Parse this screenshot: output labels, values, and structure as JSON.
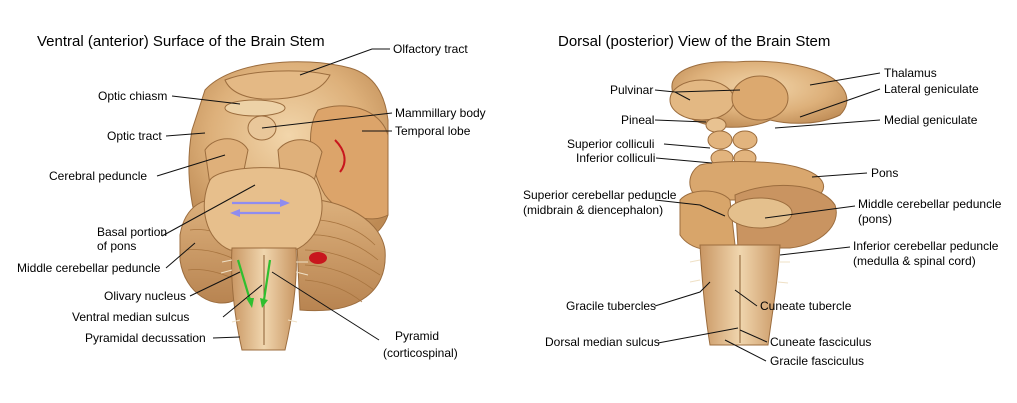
{
  "ventral": {
    "title": "Ventral (anterior) Surface of the Brain Stem",
    "labels": {
      "olfactory_tract": "Olfactory tract",
      "optic_chiasm": "Optic chiasm",
      "mammillary_body": "Mammillary body",
      "optic_tract": "Optic tract",
      "temporal_lobe": "Temporal lobe",
      "cerebral_peduncle": "Cerebral peduncle",
      "basal_pons_1": "Basal portion",
      "basal_pons_2": "of pons",
      "middle_cerebellar_peduncle": "Middle cerebellar peduncle",
      "olivary_nucleus": "Olivary nucleus",
      "ventral_median_sulcus": "Ventral median sulcus",
      "pyramidal_decussation": "Pyramidal decussation",
      "pyramid_1": "Pyramid",
      "pyramid_2": "(corticospinal)"
    }
  },
  "dorsal": {
    "title": "Dorsal (posterior) View of the Brain Stem",
    "labels": {
      "thalamus": "Thalamus",
      "pulvinar": "Pulvinar",
      "lateral_geniculate": "Lateral geniculate",
      "pineal": "Pineal",
      "medial_geniculate": "Medial geniculate",
      "superior_colliculi": "Superior colliculi",
      "inferior_colliculi": "Inferior colliculi",
      "pons": "Pons",
      "superior_cerebellar_peduncle_1": "Superior cerebellar peduncle",
      "superior_cerebellar_peduncle_2": "(midbrain & diencephalon)",
      "middle_cerebellar_peduncle_1": "Middle cerebellar peduncle",
      "middle_cerebellar_peduncle_2": "(pons)",
      "inferior_cerebellar_peduncle_1": "Inferior cerebellar peduncle",
      "inferior_cerebellar_peduncle_2": "(medulla & spinal cord)",
      "gracile_tubercles": "Gracile tubercles",
      "cuneate_tubercle": "Cuneate tubercle",
      "dorsal_median_sulcus": "Dorsal median sulcus",
      "cuneate_fasciculus": "Cuneate fasciculus",
      "gracile_fasciculus": "Gracile fasciculus"
    }
  },
  "colors": {
    "tissue_light": "#e8c89a",
    "tissue_mid": "#d7a56c",
    "tissue_dark": "#b98650",
    "arrow_green": "#2fbf2f",
    "arrow_blue": "#8f8cf0",
    "vessel_red": "#c8161d"
  }
}
